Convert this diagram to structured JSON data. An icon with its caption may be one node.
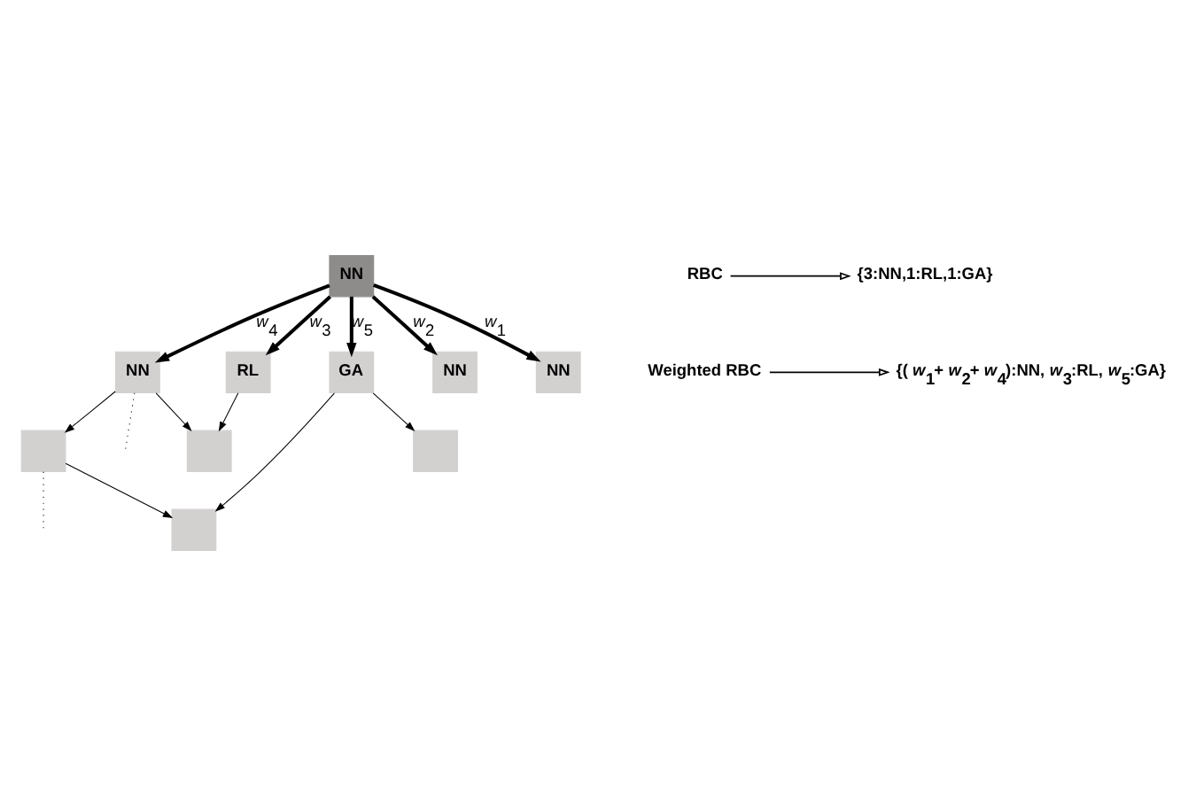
{
  "diagram": {
    "nodes": [
      {
        "text": [
          "NN"
        ]
      },
      {
        "text": [
          "NN"
        ]
      },
      {
        "text": [
          "RL"
        ]
      },
      {
        "text": [
          "NN"
        ]
      },
      {
        "text": [
          "NN"
        ]
      },
      {
        "text": [
          "GA"
        ]
      },
      {
        "text": [],
        "shape": "box"
      },
      {
        "text": [],
        "shape": "box"
      },
      {
        "text": [],
        "shape": "box"
      },
      {
        "text": [],
        "shape": "box"
      },
      {
        "text": [
          "RBC"
        ]
      },
      {
        "text": [
          "{3:NN,1:RL,1:GA}"
        ]
      },
      {
        "text": [
          "Weighted RBC"
        ]
      },
      {
        "text": [
          "{( *w*$_{1}$+ *w*$_{2}$+ *w*$_{4}$):NN, *w*$_{3}$:RL, *w*$_{5}$:GA}"
        ]
      }
    ],
    "edges": [
      {
        "from": 0,
        "to": 4,
        "arrow": "to",
        "label": "*w*$_{1}$",
        "style": "thick"
      },
      {
        "from": 0,
        "to": 3,
        "arrow": "to",
        "label": "*w*$_{2}$",
        "style": "thick"
      },
      {
        "from": 0,
        "to": 2,
        "arrow": "to",
        "label": "*w*$_{3}$",
        "style": "thick"
      },
      {
        "from": 0,
        "to": 1,
        "arrow": "to",
        "label": "*w*$_{4}$",
        "style": "thick"
      },
      {
        "from": 0,
        "to": 5,
        "arrow": "to",
        "label": "*w*$_{5}$",
        "style": "thick"
      },
      {
        "from": 1,
        "to": 6,
        "arrow": "to"
      },
      {
        "from": 2,
        "to": 6,
        "arrow": "to"
      },
      {
        "from": 1,
        "to": 7,
        "arrow": "to"
      },
      {
        "from": 1,
        "to": null,
        "arrow": "none",
        "style": "dashed"
      },
      {
        "from": 7,
        "to": null,
        "arrow": "none",
        "style": "dashed"
      },
      {
        "from": 7,
        "to": 8,
        "arrow": "to"
      },
      {
        "from": 5,
        "to": 8,
        "arrow": "to"
      },
      {
        "from": 5,
        "to": 9,
        "arrow": "to"
      },
      {
        "from": 10,
        "to": 11,
        "arrow": "to"
      },
      {
        "from": 12,
        "to": 13,
        "arrow": "to"
      }
    ]
  }
}
